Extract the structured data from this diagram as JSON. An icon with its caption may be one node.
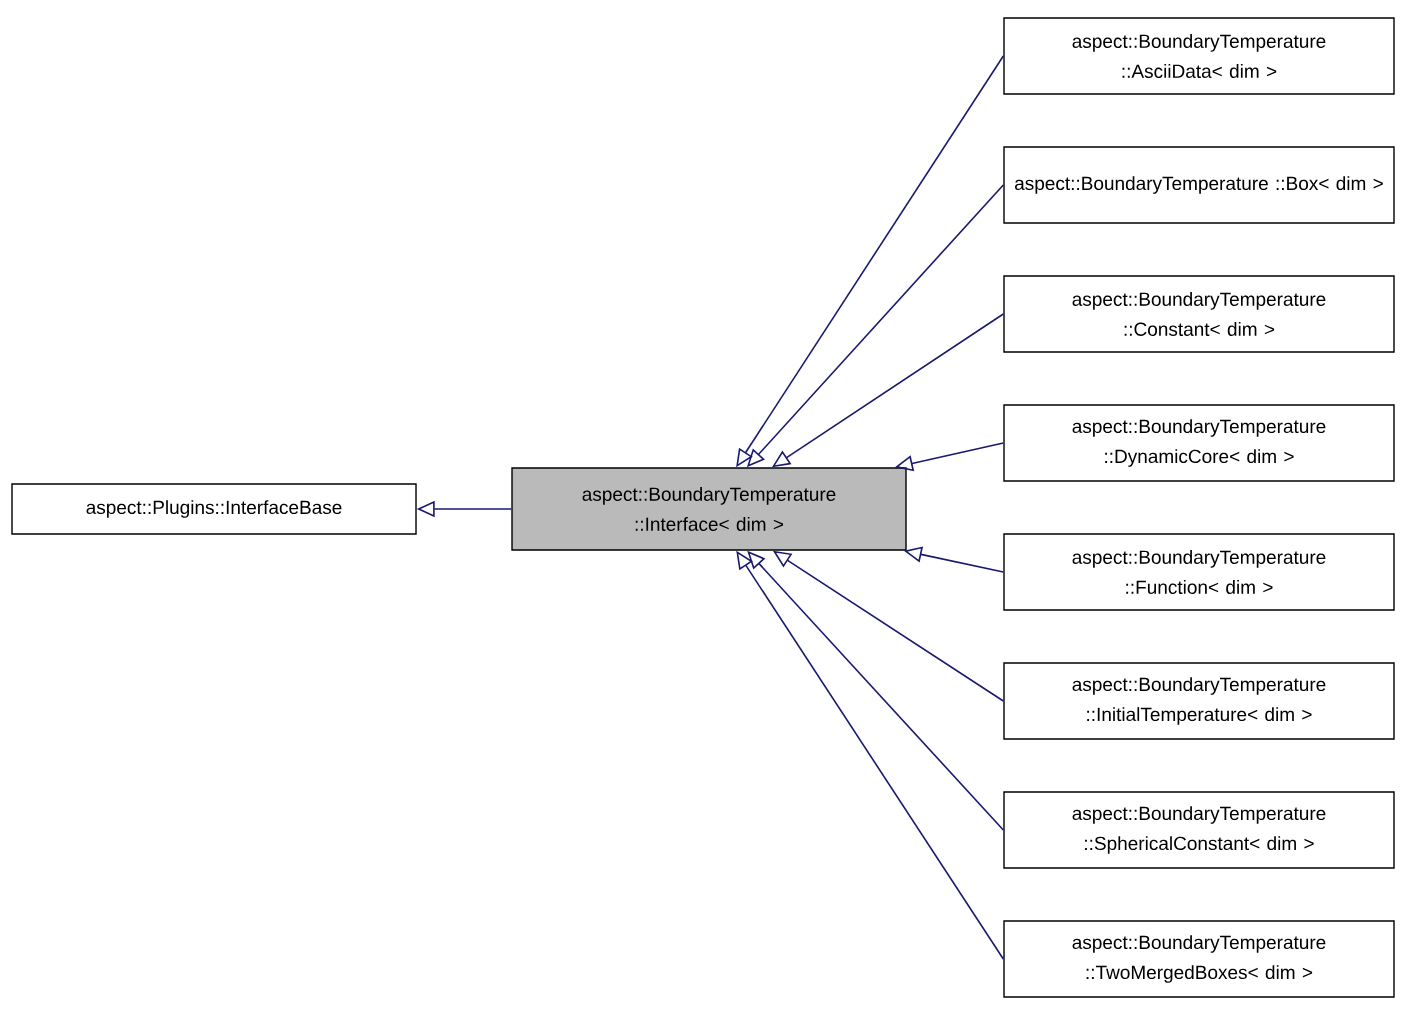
{
  "diagram": {
    "nodes": [
      {
        "text": [
          "aspect::Plugins::InterfaceBase"
        ]
      },
      {
        "text": [
          "aspect::BoundaryTemperature ::Interface< dim >"
        ]
      },
      {
        "text": [
          "aspect::BoundaryTemperature ::AsciiData< dim >"
        ]
      },
      {
        "text": [
          "aspect::BoundaryTemperature ::Box< dim >"
        ]
      },
      {
        "text": [
          "aspect::BoundaryTemperature ::Constant< dim >"
        ]
      },
      {
        "text": [
          "aspect::BoundaryTemperature ::DynamicCore< dim >"
        ]
      },
      {
        "text": [
          "aspect::BoundaryTemperature ::Function< dim >"
        ]
      },
      {
        "text": [
          "aspect::BoundaryTemperature ::InitialTemperature< dim >"
        ]
      },
      {
        "text": [
          "aspect::BoundaryTemperature ::SphericalConstant< dim >"
        ]
      },
      {
        "text": [
          "aspect::BoundaryTemperature ::TwoMergedBoxes< dim >"
        ]
      }
    ],
    "edges": [
      {
        "from": 1,
        "to": 0,
        "arrow": "to"
      },
      {
        "from": 2,
        "to": 1,
        "arrow": "to"
      },
      {
        "from": 3,
        "to": 1,
        "arrow": "to"
      },
      {
        "from": 4,
        "to": 1,
        "arrow": "to"
      },
      {
        "from": 5,
        "to": 1,
        "arrow": "to"
      },
      {
        "from": 6,
        "to": 1,
        "arrow": "to"
      },
      {
        "from": 7,
        "to": 1,
        "arrow": "to"
      },
      {
        "from": 8,
        "to": 1,
        "arrow": "to"
      },
      {
        "from": 9,
        "to": 1,
        "arrow": "to"
      }
    ]
  }
}
